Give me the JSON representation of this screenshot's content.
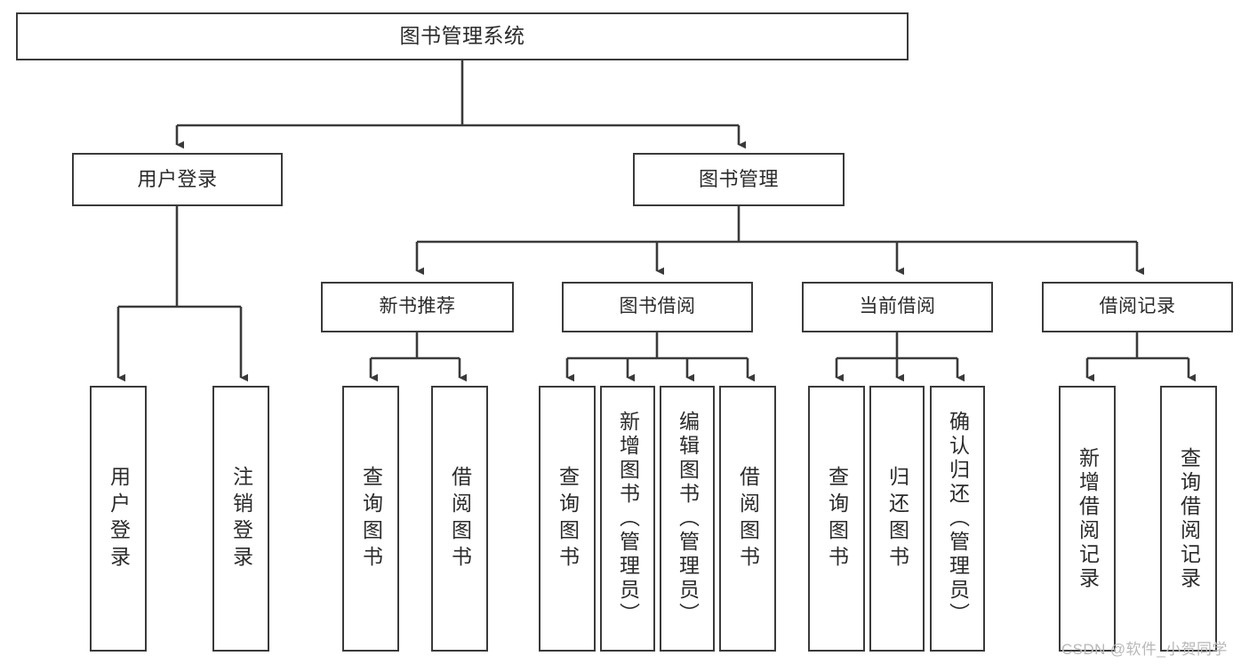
{
  "diagram": {
    "title": "图书管理系统",
    "type": "tree",
    "stroke_color": "#3a3a3a",
    "text_color": "#2b2b2b",
    "background_color": "#ffffff",
    "watermark": "CSDN @软件_小贺同学",
    "watermark_color": "#b8b8b8"
  },
  "nodes": {
    "root": {
      "label": "图书管理系统"
    },
    "level2": [
      {
        "label": "用户登录"
      },
      {
        "label": "图书管理"
      }
    ],
    "level3": [
      {
        "label": "新书推荐"
      },
      {
        "label": "图书借阅"
      },
      {
        "label": "当前借阅"
      },
      {
        "label": "借阅记录"
      }
    ],
    "leaves": {
      "user_login": [
        {
          "label": "用户登录"
        },
        {
          "label": "注销登录"
        }
      ],
      "new_book": [
        {
          "label": "查询图书"
        },
        {
          "label": "借阅图书"
        }
      ],
      "borrow": [
        {
          "label": "查询图书"
        },
        {
          "label": "新增图书（管理员）"
        },
        {
          "label": "编辑图书（管理员）"
        },
        {
          "label": "借阅图书"
        }
      ],
      "current": [
        {
          "label": "查询图书"
        },
        {
          "label": "归还图书"
        },
        {
          "label": "确认归还（管理员）"
        }
      ],
      "records": [
        {
          "label": "新增借阅记录"
        },
        {
          "label": "查询借阅记录"
        }
      ]
    }
  },
  "tree_structure": {
    "图书管理系统": {
      "用户登录": [
        "用户登录",
        "注销登录"
      ],
      "图书管理": {
        "新书推荐": [
          "查询图书",
          "借阅图书"
        ],
        "图书借阅": [
          "查询图书",
          "新增图书（管理员）",
          "编辑图书（管理员）",
          "借阅图书"
        ],
        "当前借阅": [
          "查询图书",
          "归还图书",
          "确认归还（管理员）"
        ],
        "借阅记录": [
          "新增借阅记录",
          "查询借阅记录"
        ]
      }
    }
  }
}
